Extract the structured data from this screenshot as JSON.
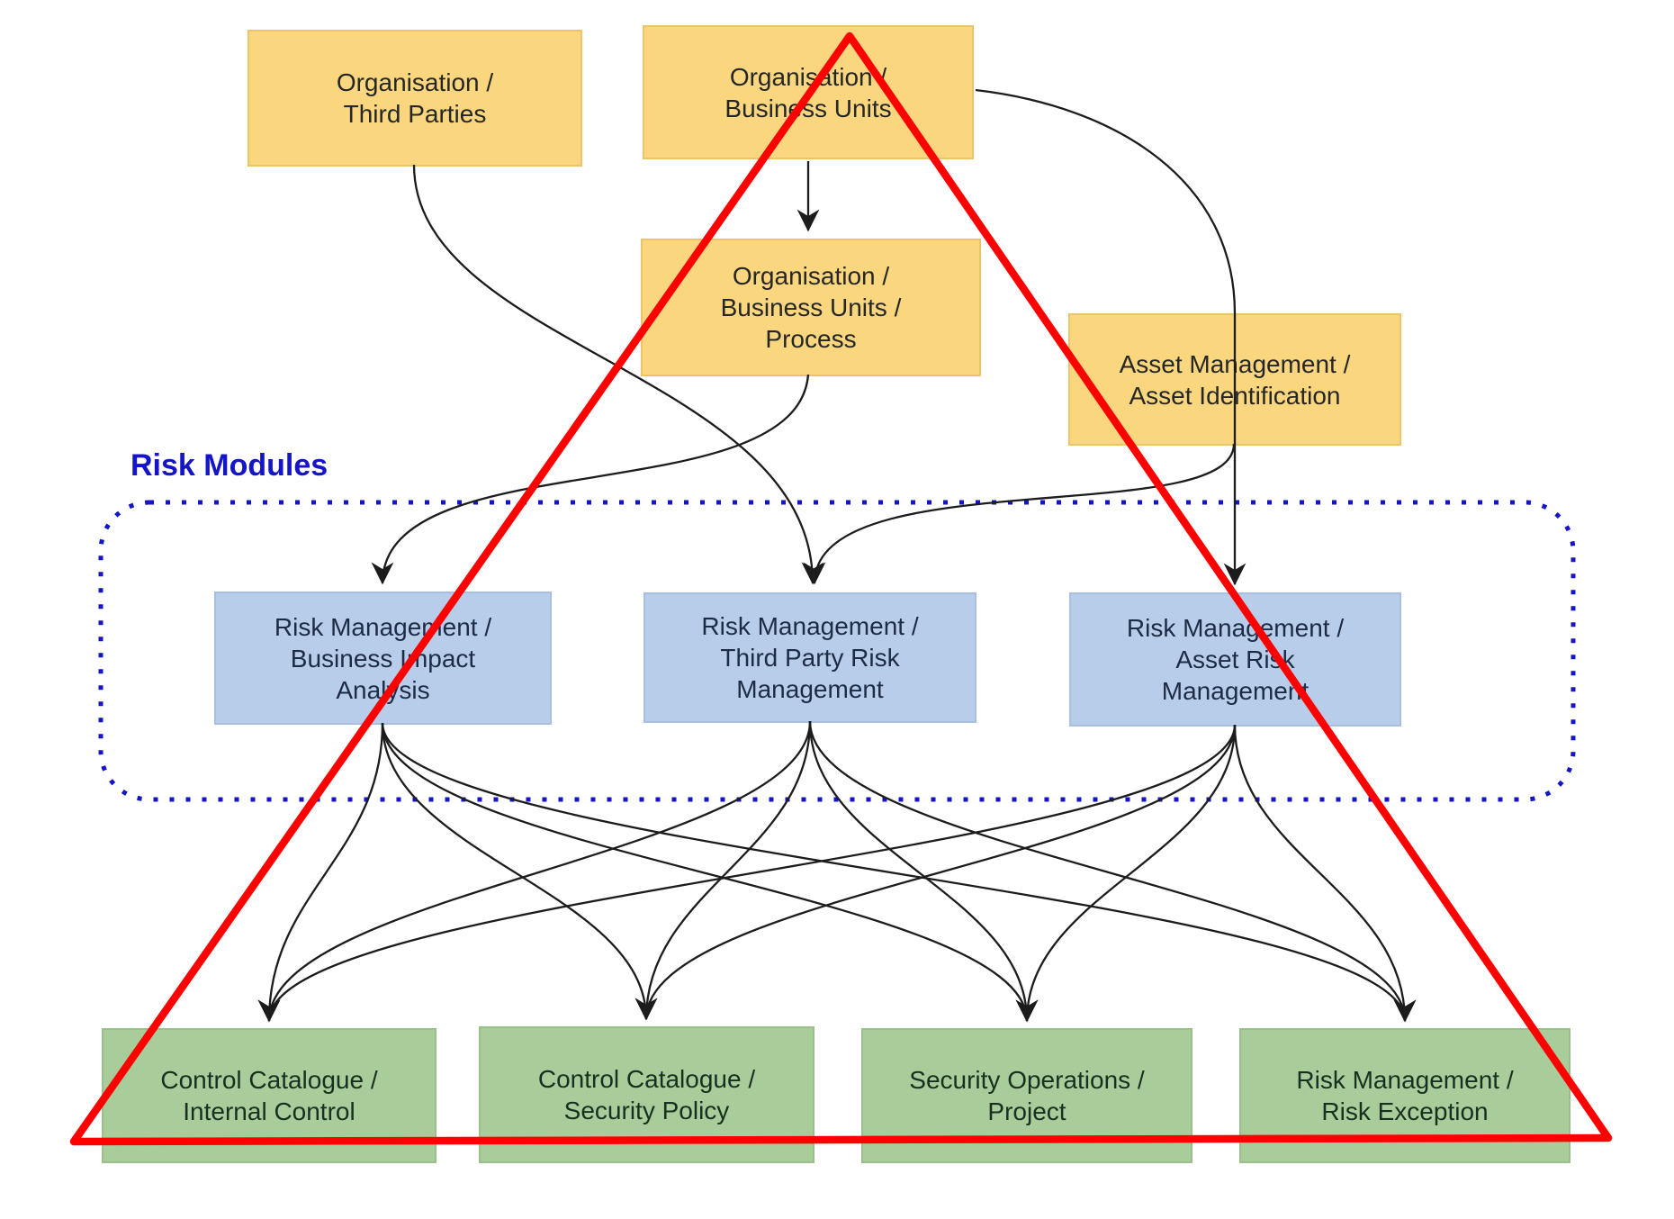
{
  "labels": {
    "risk_modules": "Risk Modules"
  },
  "nodes": {
    "org_third_parties": {
      "label": "Organisation /\nThird Parties",
      "tier": "organisation"
    },
    "org_business_units": {
      "label": "Organisation /\nBusiness Units",
      "tier": "organisation"
    },
    "org_business_units_process": {
      "label": "Organisation /\nBusiness Units /\nProcess",
      "tier": "organisation"
    },
    "asset_management": {
      "label": "Asset Management /\nAsset Identification",
      "tier": "organisation"
    },
    "rm_business_impact_analysis": {
      "label": "Risk Management /\nBusiness Impact\nAnalysis",
      "tier": "risk-module"
    },
    "rm_third_party_risk": {
      "label": "Risk Management /\nThird Party Risk\nManagement",
      "tier": "risk-module"
    },
    "rm_asset_risk": {
      "label": "Risk Management /\nAsset Risk\nManagement",
      "tier": "risk-module"
    },
    "cc_internal_control": {
      "label": "Control Catalogue /\nInternal Control",
      "tier": "output"
    },
    "cc_security_policy": {
      "label": "Control Catalogue /\nSecurity Policy",
      "tier": "output"
    },
    "secops_project": {
      "label": "Security Operations /\nProject",
      "tier": "output"
    },
    "rm_risk_exception": {
      "label": "Risk Management /\nRisk Exception",
      "tier": "output"
    }
  },
  "edges": [
    {
      "from": "org_business_units",
      "to": "org_business_units_process"
    },
    {
      "from": "org_business_units",
      "to": "rm_asset_risk"
    },
    {
      "from": "org_third_parties",
      "to": "rm_third_party_risk"
    },
    {
      "from": "org_business_units_process",
      "to": "rm_business_impact_analysis"
    },
    {
      "from": "asset_management",
      "to": "rm_third_party_risk"
    },
    {
      "from": "rm_business_impact_analysis",
      "to": "cc_internal_control"
    },
    {
      "from": "rm_business_impact_analysis",
      "to": "cc_security_policy"
    },
    {
      "from": "rm_business_impact_analysis",
      "to": "secops_project"
    },
    {
      "from": "rm_business_impact_analysis",
      "to": "rm_risk_exception"
    },
    {
      "from": "rm_third_party_risk",
      "to": "cc_internal_control"
    },
    {
      "from": "rm_third_party_risk",
      "to": "cc_security_policy"
    },
    {
      "from": "rm_third_party_risk",
      "to": "secops_project"
    },
    {
      "from": "rm_third_party_risk",
      "to": "rm_risk_exception"
    },
    {
      "from": "rm_asset_risk",
      "to": "cc_internal_control"
    },
    {
      "from": "rm_asset_risk",
      "to": "cc_security_policy"
    },
    {
      "from": "rm_asset_risk",
      "to": "secops_project"
    },
    {
      "from": "rm_asset_risk",
      "to": "rm_risk_exception"
    }
  ],
  "colors": {
    "canvas_background": "#FFFFFF",
    "organisation_fill": "#FAD77E",
    "organisation_border": "#ECC368",
    "risk_module_fill": "#B7CDE9",
    "risk_module_border": "#A8C0DE",
    "output_fill": "#A9CC9B",
    "output_border": "#9ABF8B",
    "risk_modules_accent": "#1414C8",
    "connector": "#1C1C1C",
    "triangle_overlay": "#FF0000"
  }
}
